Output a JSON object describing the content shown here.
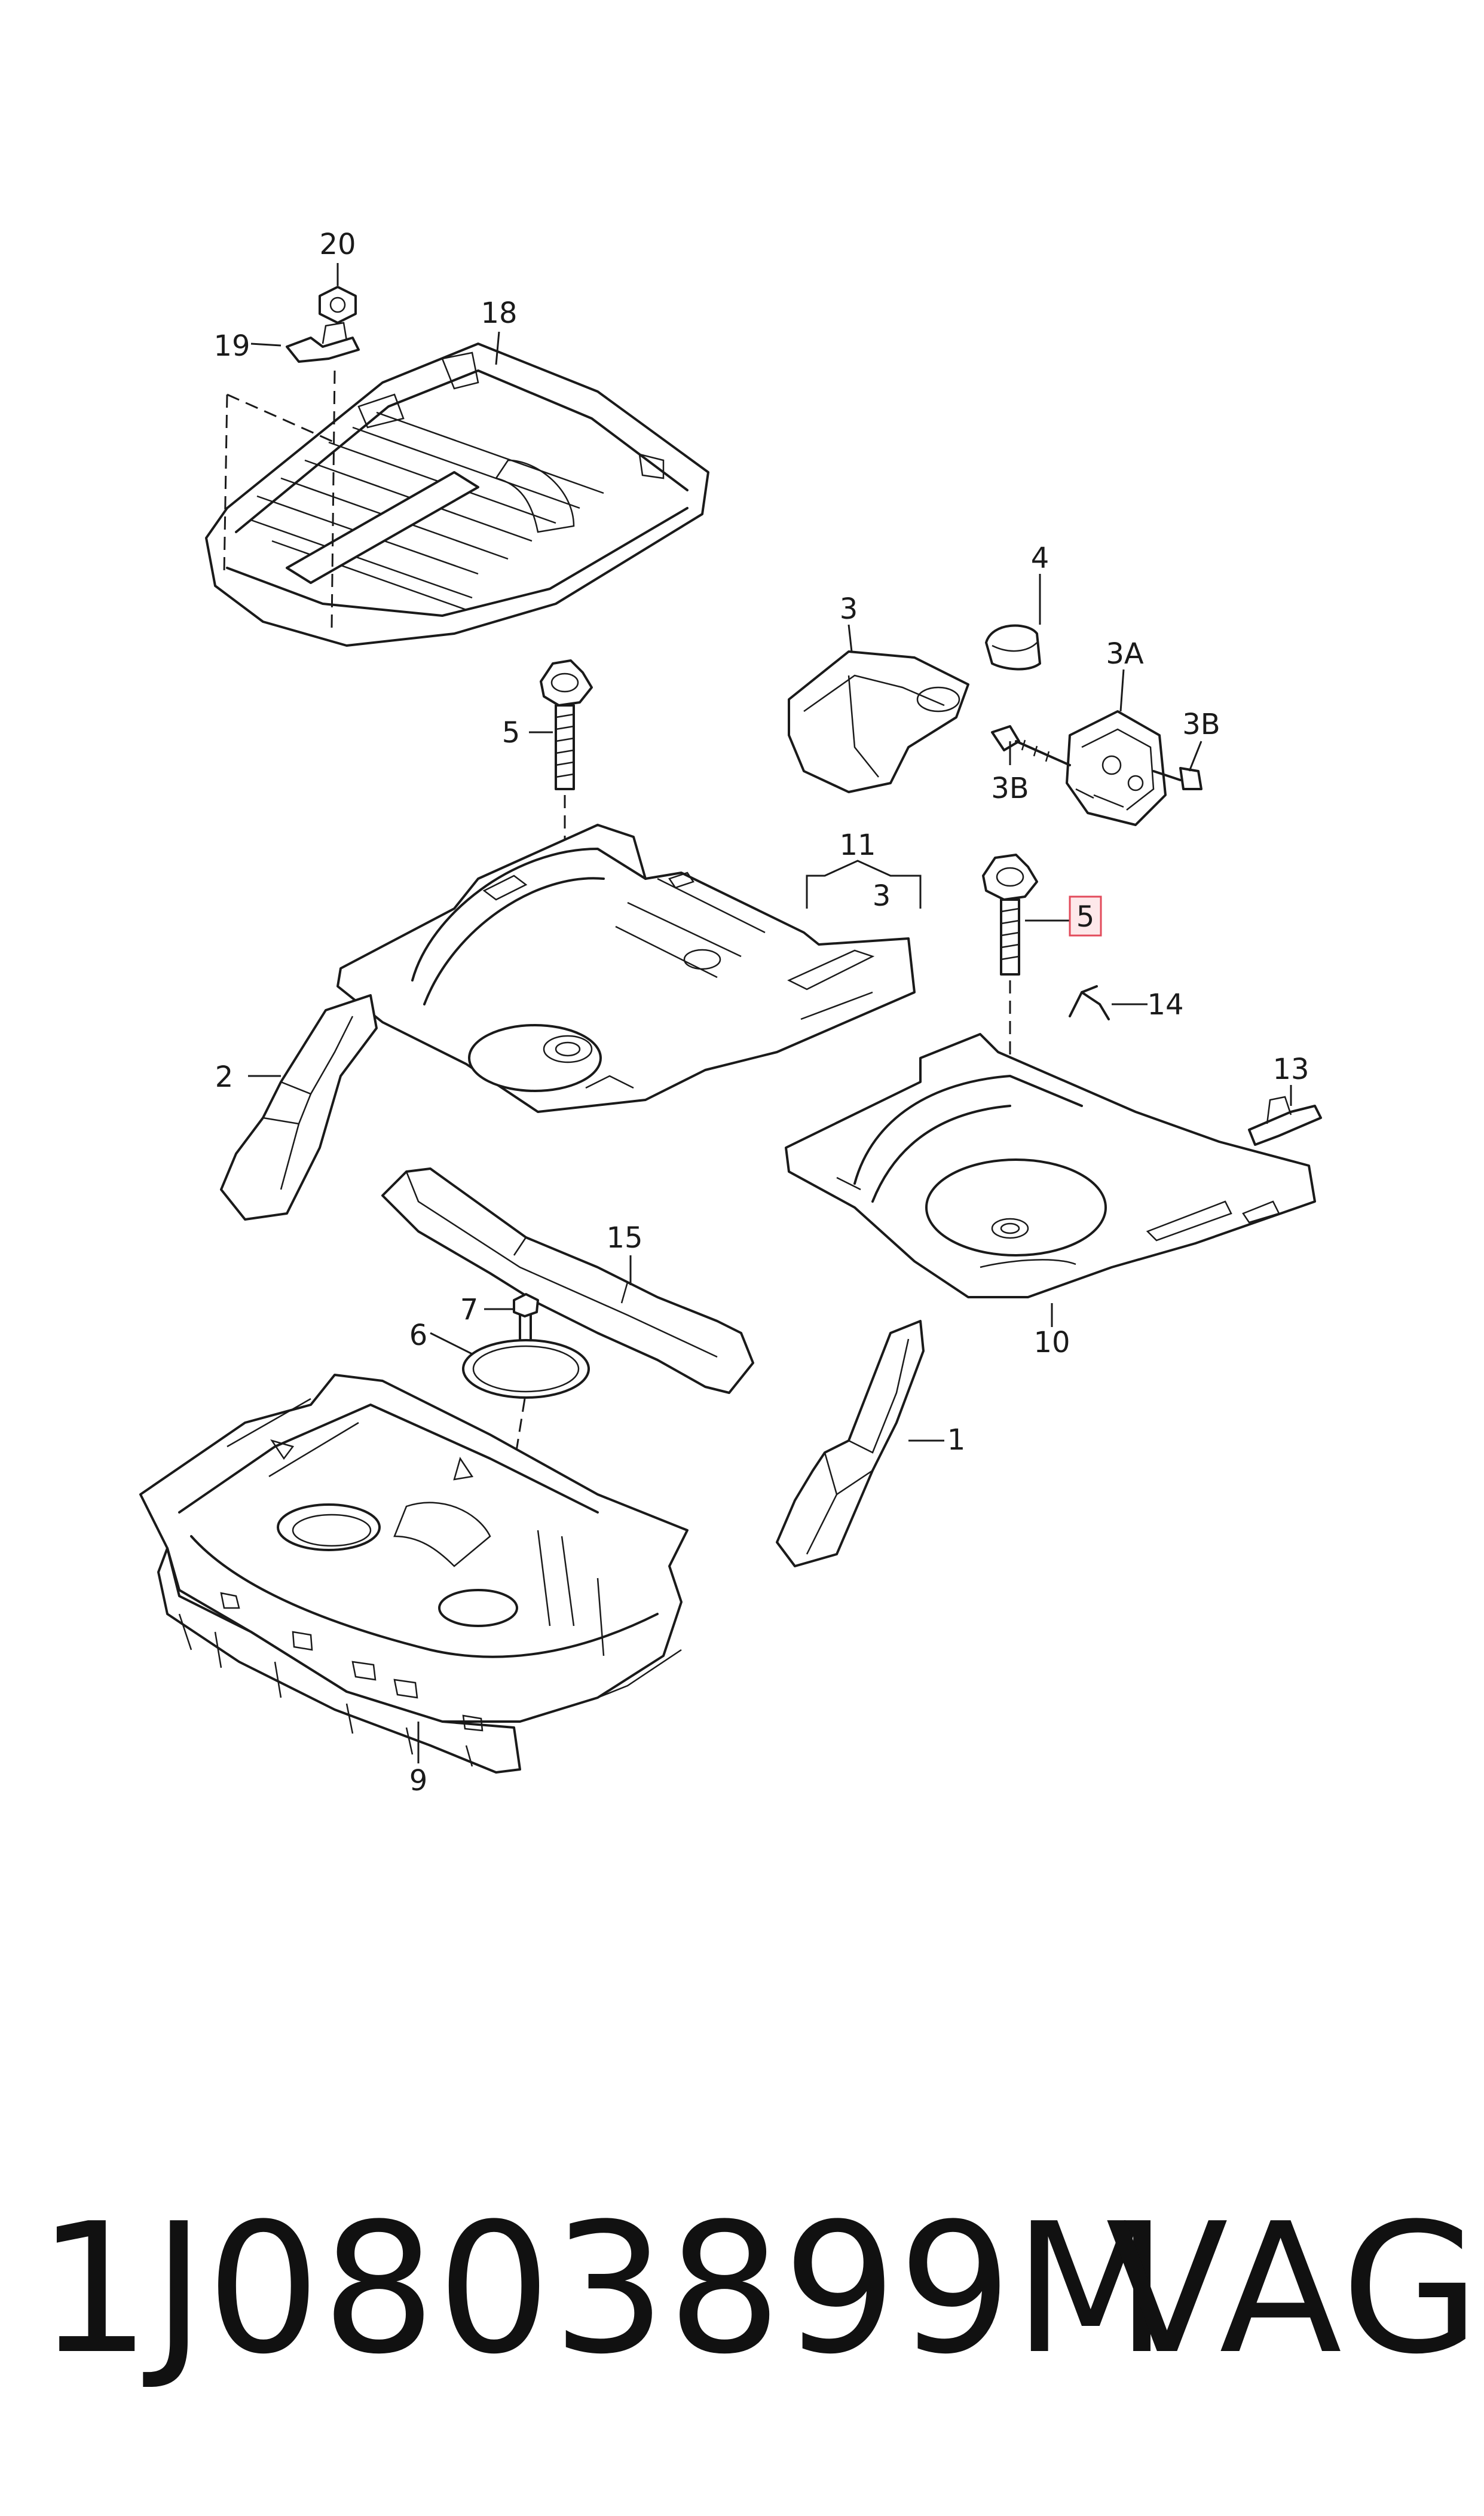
{
  "diagram": {
    "callouts": [
      "20",
      "19",
      "18",
      "4",
      "3",
      "3A",
      "3B",
      "3B",
      "5",
      "11",
      "3",
      "5",
      "14",
      "13",
      "2",
      "15",
      "7",
      "6",
      "10",
      "1",
      "9"
    ]
  },
  "footer": {
    "part_number": "1J0803899M",
    "brand": "VAG"
  },
  "colors": {
    "line": "#1a1a1a",
    "highlight_border": "#e24b5b",
    "highlight_fill": "#fde8ea",
    "background": "#ffffff"
  }
}
